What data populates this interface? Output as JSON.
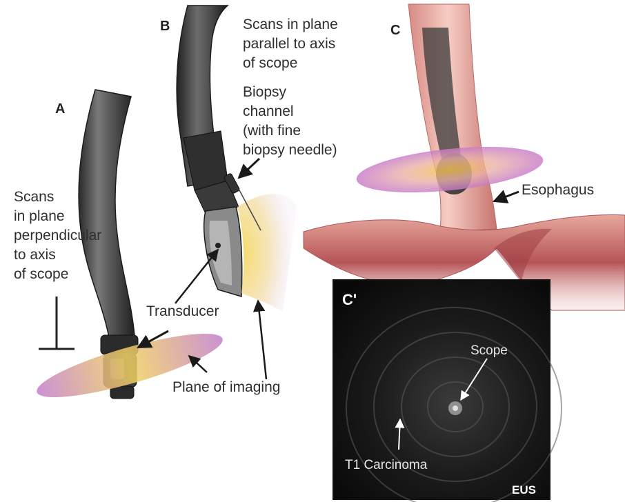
{
  "panels": {
    "a": "A",
    "b": "B",
    "c": "C",
    "c_prime": "C'"
  },
  "labels": {
    "scans_parallel": [
      "Scans in plane",
      "parallel to axis",
      "of scope"
    ],
    "biopsy_channel": [
      "Biopsy",
      "channel",
      "(with fine",
      "biopsy needle)"
    ],
    "scans_perpendicular": [
      "Scans",
      "in plane",
      "perpendicular",
      "to axis",
      "of scope"
    ],
    "transducer": "Transducer",
    "plane_of_imaging": "Plane of imaging",
    "esophagus": "Esophagus"
  },
  "eus": {
    "scope": "Scope",
    "t1_carcinoma": "T1 Carcinoma",
    "tag": "EUS"
  },
  "colors": {
    "scope_body": "#4a4a4a",
    "imaging_plane": "#c98fd0",
    "ultrasound_fan": "#f2cf5a",
    "esophagus_tissue": "#e8a49a",
    "stomach_tissue": "#c9686a",
    "eus_background": "#0d0d0d"
  }
}
